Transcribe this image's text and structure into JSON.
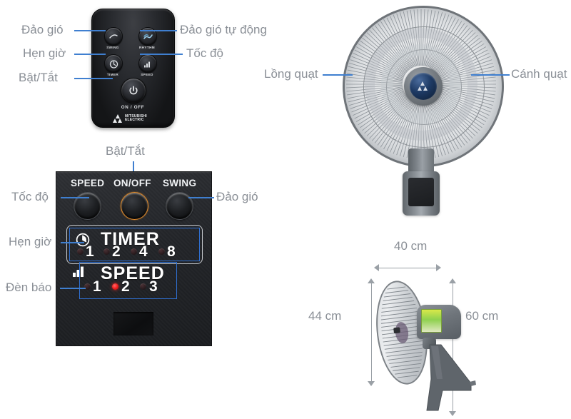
{
  "page": {
    "title": "Mitsubishi Electric wall fan — parts and dimensions diagram",
    "label_color": "#8a8f96",
    "leader_color": "#3f7fd0",
    "accent_orange": "#e08a2a",
    "led_on_color": "#f51f1f"
  },
  "remote": {
    "brand_line1": "MITSUBISHI",
    "brand_line2": "ELECTRIC",
    "buttons": [
      {
        "caption": "SWING",
        "icon": "swing-icon"
      },
      {
        "caption": "RHYTHM",
        "icon": "rhythm-icon"
      },
      {
        "caption": "TIMER",
        "icon": "clock-icon"
      },
      {
        "caption": "SPEED",
        "icon": "signal-bars-icon"
      },
      {
        "caption": "ON / OFF",
        "icon": "power-icon"
      }
    ],
    "callouts": {
      "left": [
        {
          "text": "Đảo gió",
          "target": "swing-button"
        },
        {
          "text": "Hẹn giờ",
          "target": "timer-button"
        },
        {
          "text": "Bật/Tắt",
          "target": "power-button"
        }
      ],
      "right": [
        {
          "text": "Đảo gió tự động",
          "target": "rhythm-button"
        },
        {
          "text": "Tốc độ",
          "target": "speed-button"
        }
      ]
    }
  },
  "panel": {
    "top_callout": "Bật/Tắt",
    "buttons": [
      {
        "caption": "SPEED",
        "highlighted": false
      },
      {
        "caption": "ON/OFF",
        "highlighted": true
      },
      {
        "caption": "SWING",
        "highlighted": false
      }
    ],
    "timer": {
      "title": "TIMER",
      "icon": "clock-icon",
      "values": [
        "1",
        "2",
        "4",
        "8"
      ],
      "active_index": -1
    },
    "speed": {
      "title": "SPEED",
      "icon": "signal-bars-icon",
      "values": [
        "1",
        "2",
        "3"
      ],
      "active_index": 1
    },
    "callouts": {
      "left": [
        {
          "text": "Tốc độ",
          "target": "speed-button"
        },
        {
          "text": "Hẹn giờ",
          "target": "timer-group"
        },
        {
          "text": "Đèn báo",
          "target": "speed-indicator-group"
        }
      ],
      "right": [
        {
          "text": "Đảo gió",
          "target": "swing-button"
        }
      ]
    }
  },
  "fan_front": {
    "callouts": [
      {
        "text": "Lồng quạt",
        "side": "left",
        "target": "fan-guard"
      },
      {
        "text": "Cánh quạt",
        "side": "right",
        "target": "fan-blade"
      }
    ],
    "hub_logo": "mitsubishi-diamond-icon"
  },
  "dimensions": {
    "width": {
      "value": "40 cm",
      "axis": "horizontal"
    },
    "height": {
      "value": "44 cm",
      "axis": "vertical-left"
    },
    "depth": {
      "value": "60 cm",
      "axis": "vertical-right"
    }
  }
}
